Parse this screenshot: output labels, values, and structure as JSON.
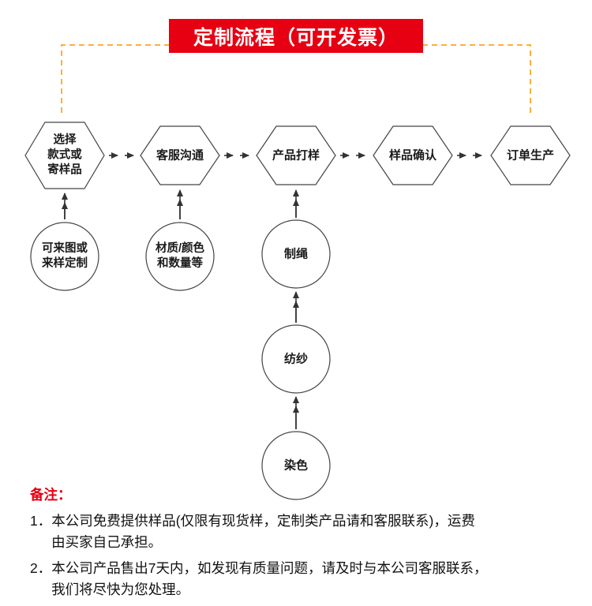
{
  "title": "定制流程（可开发票）",
  "colors": {
    "banner_red": "#e60012",
    "dash_orange": "#fbb040",
    "note_label_red": "#e60012",
    "line_black": "#333333"
  },
  "flow": {
    "steps": [
      {
        "label": "选择\n款式或\n寄样品"
      },
      {
        "label": "客服沟通"
      },
      {
        "label": "产品打样"
      },
      {
        "label": "样品确认"
      },
      {
        "label": "订单生产"
      }
    ],
    "inputs": [
      {
        "label": "可来图或\n来样定制"
      },
      {
        "label": "材质/颜色\n和数量等"
      },
      {
        "label": "制绳"
      },
      {
        "label": "纺纱"
      },
      {
        "label": "染色"
      }
    ]
  },
  "notes": {
    "label": "备注：",
    "items": [
      "1．本公司免费提供样品(仅限有现货样，定制类产品请和客服联系)，运费\n由买家自己承担。",
      "2．本公司产品售出7天内，如发现有质量问题，请及时与本公司客服联系，\n我们将尽快为您处理。"
    ]
  }
}
